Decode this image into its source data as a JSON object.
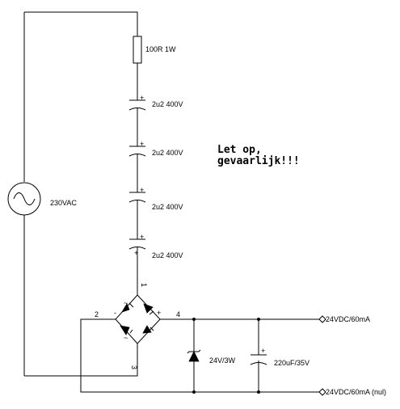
{
  "components": {
    "resistor": "100R 1W",
    "capacitors": [
      "2u2 400V",
      "2u2 400V",
      "2u2 400V",
      "2u2 400V"
    ],
    "source": "230VAC",
    "zener": "24V/3W",
    "filter_cap": "220uF/35V"
  },
  "bridge_pins": [
    "1",
    "2",
    "3",
    "4"
  ],
  "outputs": {
    "positive": "24VDC/60mA",
    "negative": "24VDC/60mA (nul)"
  },
  "warning": {
    "line1": "Let op,",
    "line2": "gevaarlijk!!!"
  }
}
